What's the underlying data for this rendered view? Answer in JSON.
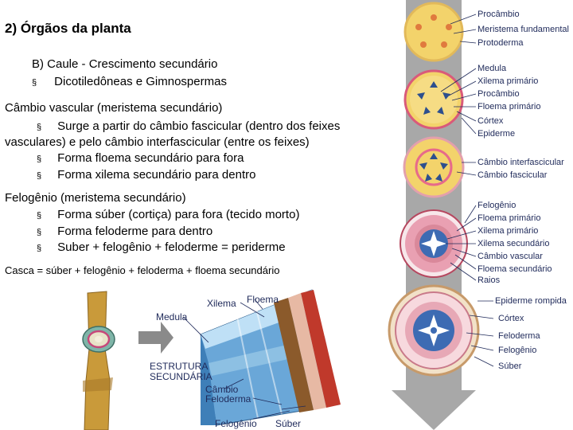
{
  "slide": {
    "title": "2) Órgãos da planta",
    "section_b": "B)  Caule  -  Crescimento secundário",
    "section_b_sub": "Dicotiledôneas e Gimnospermas",
    "bullet_char": "§",
    "cambio": {
      "heading": "Câmbio vascular (meristema secundário)",
      "items": [
        "Surge a partir do câmbio fascicular (dentro dos feixes",
        "vasculares) e pelo câmbio interfascicular (entre os feixes)",
        "Forma floema secundário para fora",
        "Forma xilema secundário para dentro"
      ]
    },
    "felogenio": {
      "heading": "Felogênio (meristema secundário)",
      "items": [
        "Forma súber (cortiça) para fora (tecido morto)",
        "Forma feloderme para dentro",
        "Suber + felogênio + feloderme = periderme"
      ]
    },
    "casca": "Casca = súber + felogênio + feloderma + floema secundário"
  },
  "diagram_left": {
    "labels": {
      "xilema": "Xilema",
      "floema": "Floema",
      "medula": "Medula",
      "estrutura": "ESTRUTURA",
      "secundaria": "SECUNDÁRIA",
      "cambio": "Câmbio",
      "feloderma": "Feloderma",
      "felogenio": "Felogênio",
      "suber": "Súber"
    }
  },
  "diagram_right": {
    "stage1": [
      "Procâmbio",
      "Meristema fundamental",
      "Protoderma"
    ],
    "stage2": [
      "Medula",
      "Xilema primário",
      "Procâmbio",
      "Floema primário",
      "Córtex",
      "Epiderme"
    ],
    "stage3": [
      "Câmbio interfascicular",
      "Câmbio fascicular"
    ],
    "stage4": [
      "Felogênio",
      "Floema primário",
      "Xilema primário",
      "Xilema secundário",
      "Câmbio vascular",
      "Floema secundário",
      "Raios"
    ],
    "stage5": [
      "Epiderme rompida",
      "Córtex",
      "Feloderma",
      "Felogênio",
      "Súber"
    ]
  },
  "colors": {
    "arrow_gray": "#9a9a9a",
    "label_navy": "#1f2a5a",
    "disk_yellow": "#f3d36b",
    "xylem_blue": "#3d6bb3",
    "phloem_pink": "#d9889a"
  }
}
